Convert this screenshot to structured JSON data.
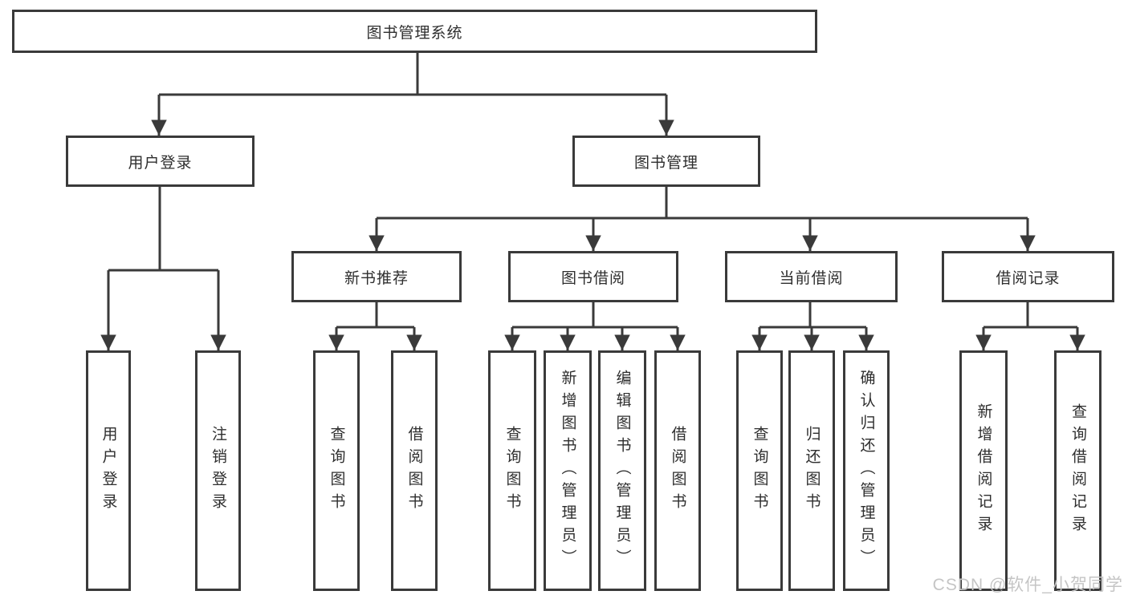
{
  "diagram": {
    "root": "图书管理系统",
    "level1": [
      "用户登录",
      "图书管理"
    ],
    "level2": [
      "新书推荐",
      "图书借阅",
      "当前借阅",
      "借阅记录"
    ],
    "leaves_user_login": [
      "用户登录",
      "注销登录"
    ],
    "leaves_new_book": [
      "查询图书",
      "借阅图书"
    ],
    "leaves_book_borrow": [
      "查询图书",
      "新增图书（管理员）",
      "编辑图书（管理员）",
      "借阅图书"
    ],
    "leaves_current_borrow": [
      "查询图书",
      "归还图书",
      "确认归还（管理员）"
    ],
    "leaves_borrow_records": [
      "新增借阅记录",
      "查询借阅记录"
    ]
  },
  "watermark": "CSDN @软件_小贺同学",
  "colors": {
    "line": "#3a3a3a",
    "text": "#2e2e2e",
    "watermark": "#c5c5c5",
    "background": "#ffffff"
  }
}
